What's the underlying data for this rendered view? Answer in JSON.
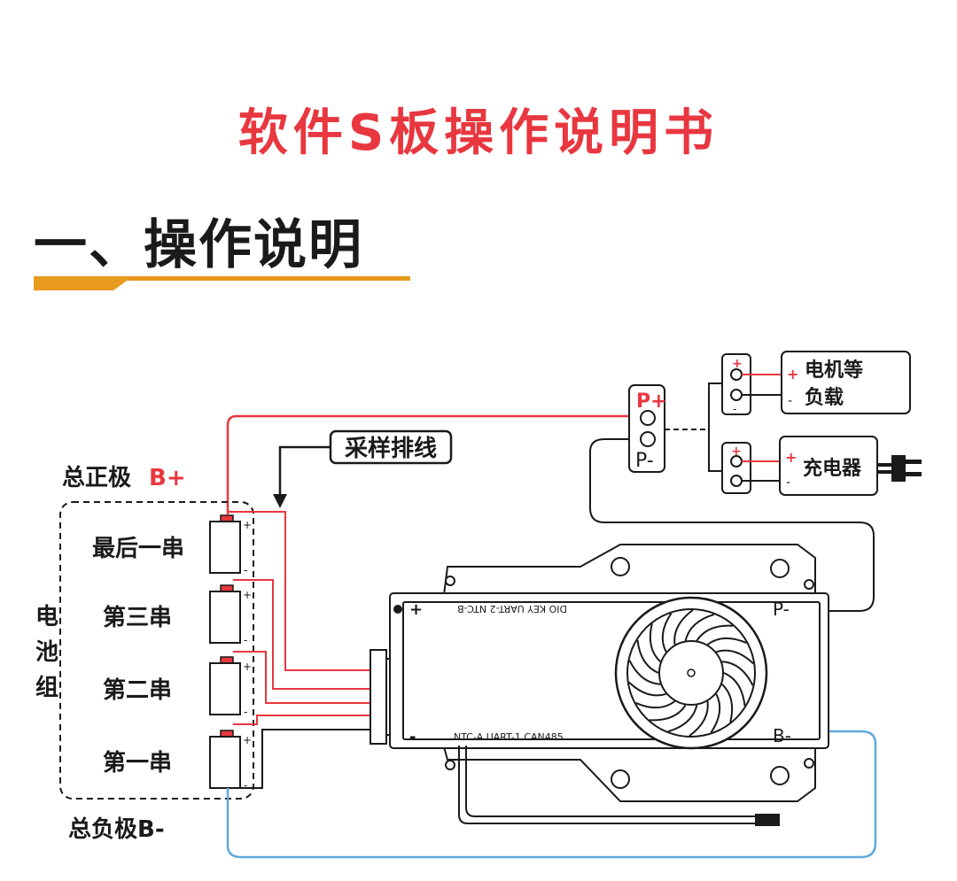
{
  "header": {
    "title": "软件S板操作说明书"
  },
  "section": {
    "title": "一、操作说明"
  },
  "colors": {
    "accent": "#e8373f",
    "underline": "#e89a1e",
    "wire_red": "#e8373f",
    "wire_blue": "#5ea9dc"
  },
  "diagram": {
    "total_positive": "总正极",
    "b_plus": "B+",
    "total_negative": "总负极B-",
    "battery_pack": [
      "电",
      "池",
      "组"
    ],
    "cells": [
      "最后一串",
      "第三串",
      "第二串",
      "第一串"
    ],
    "sampling_cable": "采样排线",
    "p_plus": "P+",
    "p_minus_box": "P-",
    "load_line1": "电机等",
    "load_line2": "负载",
    "charger": "充电器",
    "board_plus": "+",
    "board_minus": "-",
    "board_top_ports": "DIO  KEY  UART-2  NTC-B",
    "board_bottom_ports": "NTC-A  UART-1  CAN485",
    "board_p_minus": "P-",
    "board_b_minus": "B-",
    "plus_sign": "+",
    "minus_sign": "-"
  }
}
